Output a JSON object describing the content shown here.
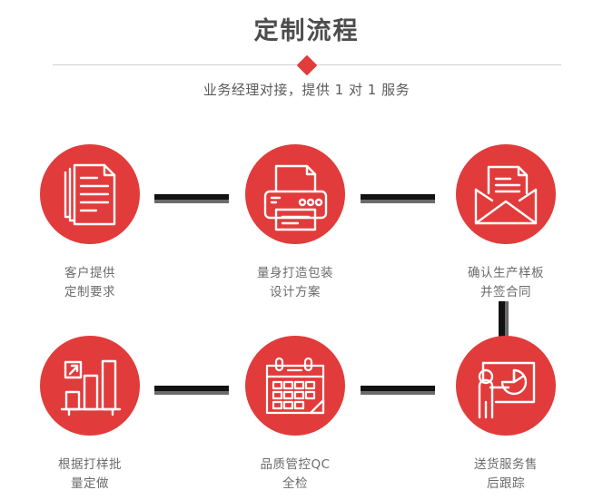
{
  "header": {
    "title": "定制流程",
    "subtitle": "业务经理对接，提供 1 对 1 服务",
    "divider_icon": "diamond-icon"
  },
  "colors": {
    "brand_red": "#e23b3b",
    "title_gray": "#4d4d4d",
    "caption_gray": "#6b6b6b",
    "connector_dark": "#121212",
    "connector_shadow": "#6b6b6b",
    "rule_gray": "#cfcfcf",
    "background": "#ffffff"
  },
  "flow": {
    "rows": [
      {
        "steps": [
          {
            "icon": "documents-stack-icon",
            "caption": "客户提供\n定制要求"
          },
          {
            "icon": "printer-icon",
            "caption": "量身打造包装\n设计方案"
          },
          {
            "icon": "envelope-document-icon",
            "caption": "确认生产样板\n并签合同"
          }
        ],
        "connectors": [
          "arrow-bar-right",
          "arrow-bar-right"
        ]
      },
      {
        "steps": [
          {
            "icon": "bar-chart-growth-icon",
            "caption": "根据打样批\n量定做"
          },
          {
            "icon": "calendar-icon",
            "caption": "品质管控QC\n全检"
          },
          {
            "icon": "presentation-person-icon",
            "caption": "送货服务售\n后跟踪"
          }
        ],
        "connectors": [
          "arrow-bar-left",
          "arrow-bar-left"
        ]
      }
    ],
    "vertical_connector": "arrow-bar-down"
  }
}
